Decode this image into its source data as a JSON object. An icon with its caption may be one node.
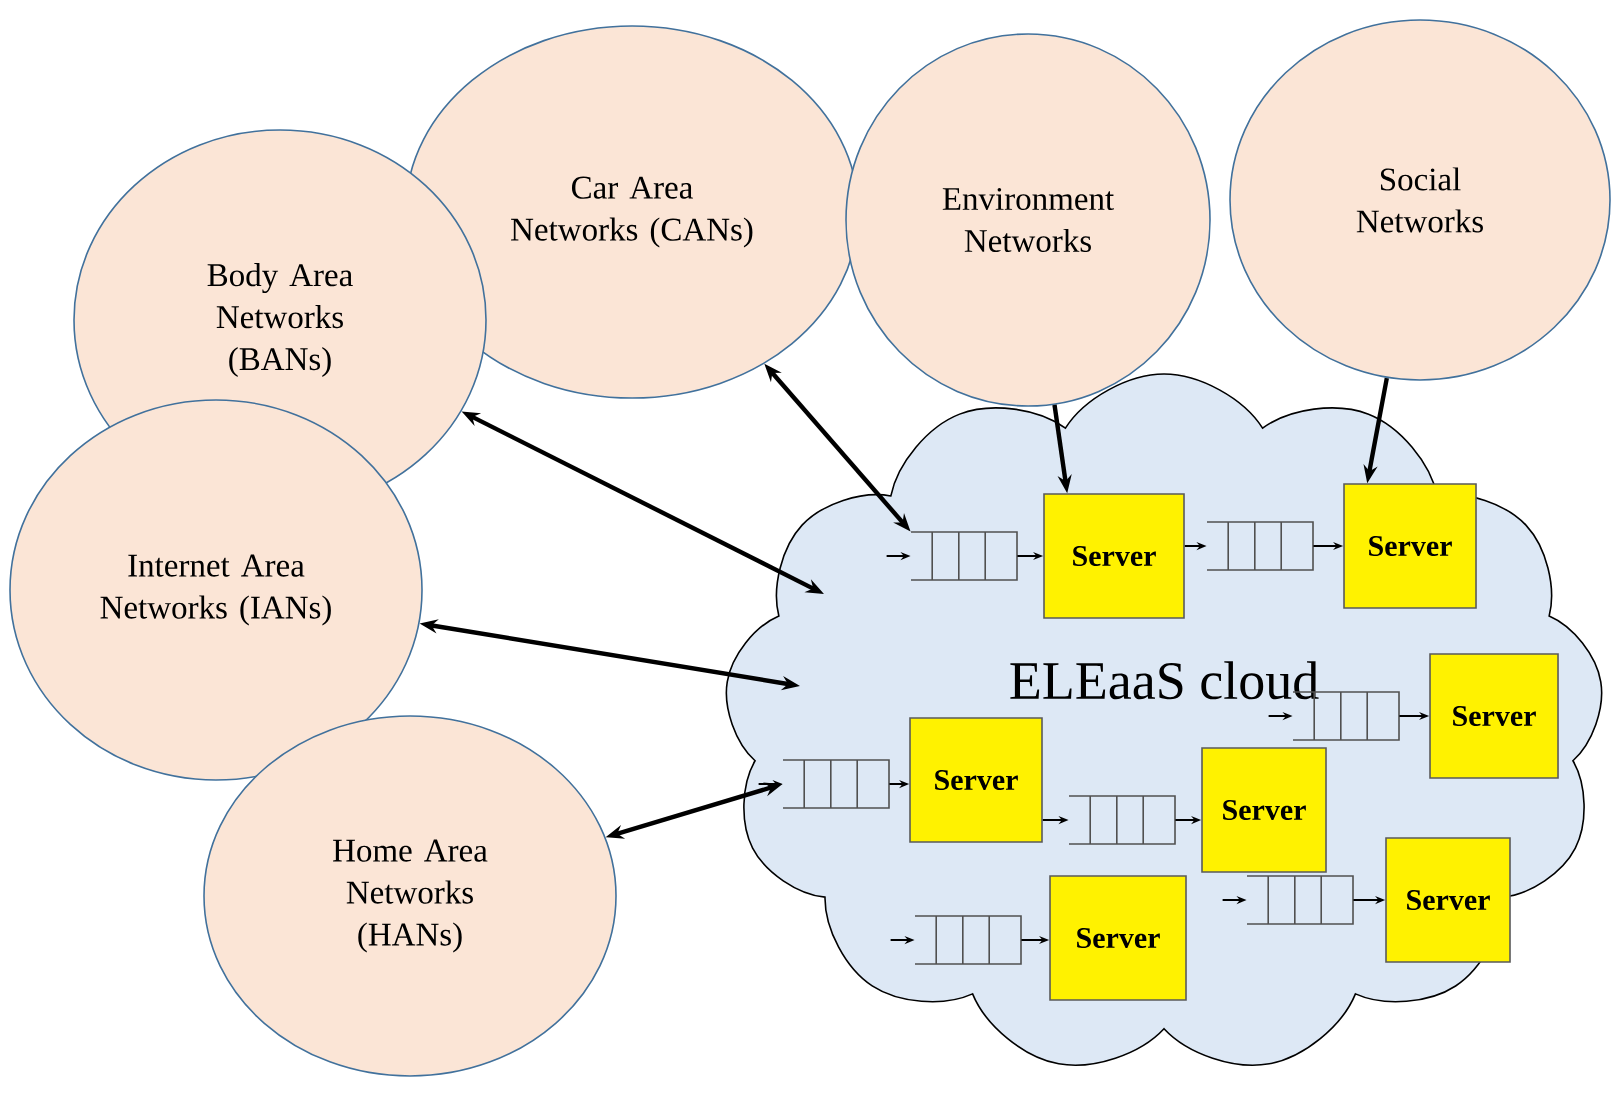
{
  "diagram": {
    "nodes": [
      {
        "text": [
          "Car Area Networks (CANs)"
        ]
      },
      {
        "text": [
          "Environment Networks"
        ]
      },
      {
        "text": [
          "Social Networks"
        ]
      },
      {
        "text": [
          "Body Area Networks (BANs)"
        ]
      },
      {
        "text": [
          "Internet Area Networks (IANs)"
        ]
      },
      {
        "text": [
          "Home Area Networks (HANs)"
        ]
      },
      {
        "text": [
          "ELEaaS cloud"
        ]
      },
      {
        "text": [],
        "shape": "box",
        "in": 6
      },
      {
        "text": [
          "Server"
        ],
        "in": 6
      },
      {
        "text": [],
        "shape": "box",
        "in": 6
      },
      {
        "text": [
          "Server"
        ],
        "in": 6
      },
      {
        "text": [],
        "shape": "box",
        "in": 6
      },
      {
        "text": [
          "Server"
        ],
        "in": 6
      },
      {
        "text": [],
        "shape": "box",
        "in": 6
      },
      {
        "text": [
          "Server"
        ],
        "in": 6
      },
      {
        "text": [],
        "shape": "box",
        "in": 6
      },
      {
        "text": [
          "Server"
        ],
        "in": 6
      },
      {
        "text": [],
        "shape": "box",
        "in": 6
      },
      {
        "text": [
          "Server"
        ],
        "in": 6
      },
      {
        "text": [],
        "shape": "box",
        "in": 6
      },
      {
        "text": [
          "Server"
        ],
        "in": 6
      }
    ],
    "edges": [
      {
        "from": 0,
        "to": 7,
        "arrow": "both"
      },
      {
        "from": 1,
        "to": 8,
        "arrow": "to"
      },
      {
        "from": 2,
        "to": 10,
        "arrow": "to"
      },
      {
        "from": 3,
        "to": 6,
        "arrow": "both"
      },
      {
        "from": 4,
        "to": 6,
        "arrow": "both"
      },
      {
        "from": 5,
        "to": 13,
        "arrow": "both"
      },
      {
        "from": null,
        "to": 7,
        "arrow": "to"
      },
      {
        "from": 7,
        "to": 8,
        "arrow": "to"
      },
      {
        "from": 8,
        "to": 9,
        "arrow": "to"
      },
      {
        "from": 9,
        "to": 10,
        "arrow": "to"
      },
      {
        "from": null,
        "to": 11,
        "arrow": "to"
      },
      {
        "from": 11,
        "to": 12,
        "arrow": "to"
      },
      {
        "from": null,
        "to": 13,
        "arrow": "to"
      },
      {
        "from": 13,
        "to": 14,
        "arrow": "to"
      },
      {
        "from": 14,
        "to": 15,
        "arrow": "to"
      },
      {
        "from": 15,
        "to": 16,
        "arrow": "to"
      },
      {
        "from": null,
        "to": 17,
        "arrow": "to"
      },
      {
        "from": 17,
        "to": 18,
        "arrow": "to"
      },
      {
        "from": null,
        "to": 19,
        "arrow": "to"
      },
      {
        "from": 19,
        "to": 20,
        "arrow": "to"
      }
    ]
  }
}
